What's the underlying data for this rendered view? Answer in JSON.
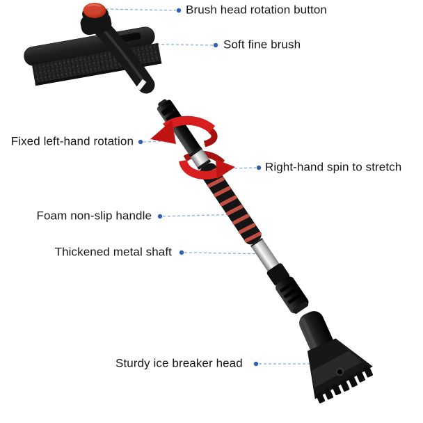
{
  "labels": [
    {
      "id": "brush-head-rotation-button",
      "text": "Brush head rotation button"
    },
    {
      "id": "soft-fine-brush",
      "text": "Soft fine brush"
    },
    {
      "id": "fixed-left-hand-rotation",
      "text": "Fixed left-hand rotation"
    },
    {
      "id": "right-hand-spin-to-stretch",
      "text": "Right-hand spin to stretch"
    },
    {
      "id": "foam-non-slip-handle",
      "text": "Foam non-slip handle"
    },
    {
      "id": "thickened-metal-shaft",
      "text": "Thickened metal shaft"
    },
    {
      "id": "sturdy-ice-breaker-head",
      "text": "Sturdy ice breaker head"
    }
  ],
  "colors": {
    "background": "#ffffff",
    "text": "#161616",
    "leader_line": "#85aede",
    "leader_dot": "#2e62b4",
    "arrow_red": "#d81f1f",
    "button_red": "#c23a22",
    "product_black": "#1a1a1a",
    "metal_silver": "#ededed",
    "foam_stripe": "#bf4e43"
  }
}
